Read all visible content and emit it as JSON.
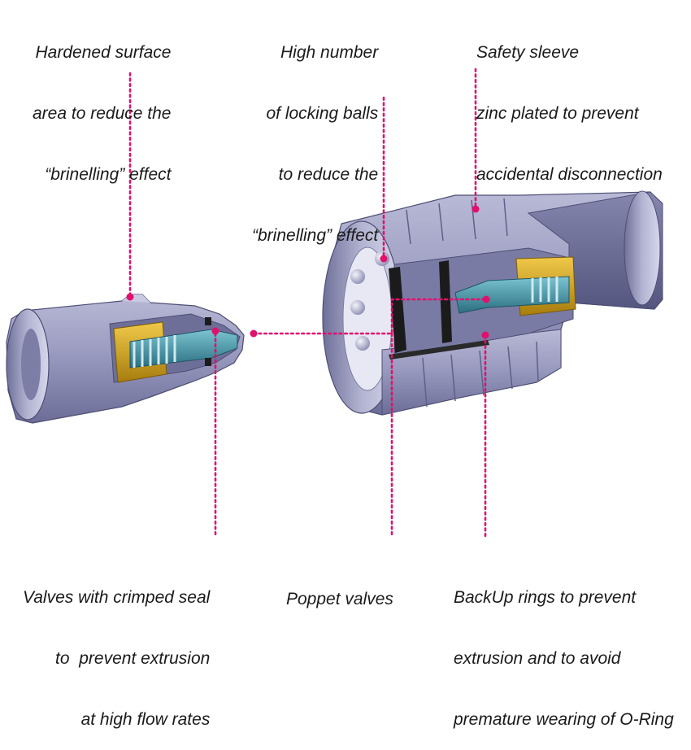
{
  "colors": {
    "leader": "#e0116e",
    "steel": "#8f90b6",
    "steel_light": "#c8c9e0",
    "steel_dark": "#5d5e88",
    "brass": "#d3a51f",
    "blue_part": "#3d8da0",
    "seal": "#1b1b1b"
  },
  "callouts": {
    "hardened_surface": {
      "lines": [
        "Hardened surface",
        "area to reduce the",
        "“brinelling” effect"
      ]
    },
    "locking_balls": {
      "lines": [
        "High number",
        "of locking balls",
        "to reduce the",
        "“brinelling” effect"
      ]
    },
    "safety_sleeve": {
      "lines": [
        "Safety sleeve",
        "zinc plated to prevent",
        "accidental disconnection"
      ]
    },
    "crimped_seal": {
      "lines": [
        "Valves with crimped seal",
        "to  prevent extrusion",
        "at high flow rates"
      ]
    },
    "poppet_valves": {
      "lines": [
        "Poppet valves"
      ]
    },
    "backup_rings": {
      "lines": [
        "BackUp rings to prevent",
        "extrusion and to avoid",
        "premature wearing of O-Ring"
      ]
    }
  }
}
